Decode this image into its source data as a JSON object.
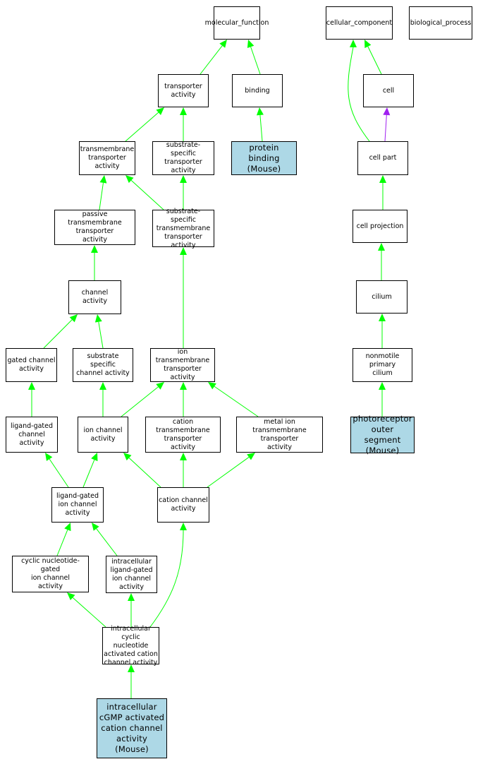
{
  "colors": {
    "is_a_edge": "#00ff00",
    "part_of_edge": "#a020f0",
    "highlight_fill": "#add8e6",
    "node_fill": "#ffffff",
    "node_border": "#000000"
  },
  "nodes": {
    "molecular_function": "molecular_function",
    "cellular_component": "cellular_component",
    "biological_process": "biological_process",
    "transporter_activity": "transporter\nactivity",
    "binding": "binding",
    "cell": "cell",
    "transmembrane_transporter_activity": "transmembrane\ntransporter\nactivity",
    "substrate_specific_transporter_activity": "substrate-specific\ntransporter\nactivity",
    "protein_binding_mouse": "protein binding\n(Mouse)",
    "cell_part": "cell part",
    "passive_transmembrane_transporter_activity": "passive transmembrane\ntransporter\nactivity",
    "substrate_specific_transmembrane_transporter_activity": "substrate-specific\ntransmembrane\ntransporter\nactivity",
    "cell_projection": "cell projection",
    "channel_activity": "channel activity",
    "cilium": "cilium",
    "gated_channel_activity": "gated channel\nactivity",
    "substrate_specific_channel_activity": "substrate specific\nchannel activity",
    "ion_transmembrane_transporter_activity": "ion transmembrane\ntransporter\nactivity",
    "nonmotile_primary_cilium": "nonmotile primary\ncilium",
    "ligand_gated_channel_activity": "ligand-gated\nchannel activity",
    "ion_channel_activity": "ion channel\nactivity",
    "cation_transmembrane_transporter_activity": "cation transmembrane\ntransporter\nactivity",
    "metal_ion_transmembrane_transporter_activity": "metal ion transmembrane\ntransporter\nactivity",
    "photoreceptor_outer_segment_mouse": "photoreceptor\nouter segment\n(Mouse)",
    "ligand_gated_ion_channel_activity": "ligand-gated\nion channel\nactivity",
    "cation_channel_activity": "cation channel\nactivity",
    "cyclic_nucleotide_gated_ion_channel_activity": "cyclic nucleotide-gated\nion channel\nactivity",
    "intracellular_ligand_gated_ion_channel_activity": "intracellular\nligand-gated\nion channel\nactivity",
    "intracellular_cyclic_nucleotide_activated_cation_channel_activity": "intracellular\ncyclic nucleotide\nactivated cation\nchannel activity",
    "intracellular_cgmp_activated_cation_channel_activity_mouse": "intracellular\ncGMP activated\ncation channel\nactivity\n(Mouse)"
  }
}
